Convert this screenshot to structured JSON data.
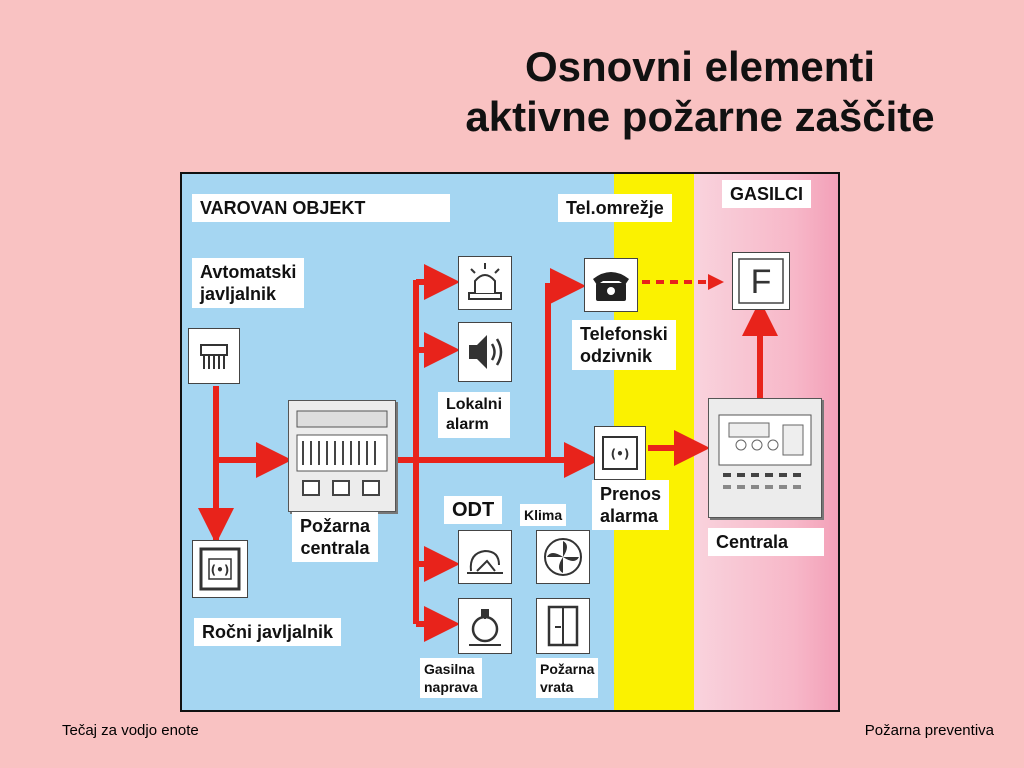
{
  "slide": {
    "title_line1": "Osnovni elementi",
    "title_line2": "aktivne požarne zaščite",
    "footer_left": "Tečaj za vodjo enote",
    "footer_right": "Požarna preventiva"
  },
  "diagram": {
    "zones": {
      "protected_object": "VAROVAN OBJEKT",
      "phone_network": "Tel.omrežje",
      "firefighters": "GASILCI"
    },
    "labels": {
      "automatic_detector_1": "Avtomatski",
      "automatic_detector_2": "javljalnik",
      "manual_detector": "Ročni javljalnik",
      "fire_panel_1": "Požarna",
      "fire_panel_2": "centrala",
      "local_alarm_1": "Lokalni",
      "local_alarm_2": "alarm",
      "phone_dialer_1": "Telefonski",
      "phone_dialer_2": "odzivnik",
      "alarm_transmission_1": "Prenos",
      "alarm_transmission_2": "alarma",
      "odt": "ODT",
      "hvac": "Klima",
      "extinguishing_1": "Gasilna",
      "extinguishing_2": "naprava",
      "fire_door_1": "Požarna",
      "fire_door_2": "vrata",
      "central_station": "Centrala",
      "fire_brigade_symbol": "F"
    },
    "colors": {
      "arrow": "#e8231b",
      "zone_blue": "#a5d6f2",
      "zone_yellow": "#fbf200",
      "zone_pink": "#f7b7c8"
    }
  }
}
